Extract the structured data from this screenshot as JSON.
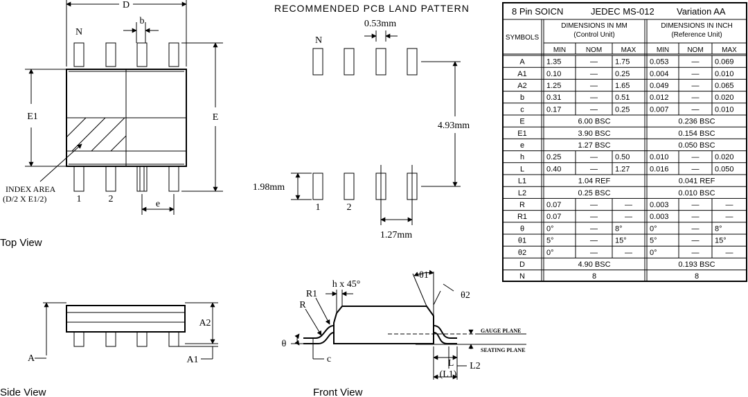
{
  "views": {
    "top_view": "Top View",
    "side_view": "Side View",
    "front_view": "Front View",
    "pcb_title": "RECOMMENDED PCB LAND PATTERN"
  },
  "top_view_labels": {
    "D": "D",
    "b": "b",
    "N": "N",
    "E1": "E1",
    "E": "E",
    "e": "e",
    "pin1": "1",
    "pin2": "2",
    "index_line1": "INDEX AREA",
    "index_line2": "(D/2 X E1/2)"
  },
  "pcb_labels": {
    "pad_width": "0.53mm",
    "N": "N",
    "row_spacing": "4.93mm",
    "pad_length": "1.98mm",
    "pitch": "1.27mm",
    "pin1": "1",
    "pin2": "2"
  },
  "side_view_labels": {
    "A": "A",
    "A2": "A2",
    "A1": "A1"
  },
  "front_view_labels": {
    "R1": "R1",
    "R": "R",
    "h45": "h x 45°",
    "theta1": "θ1",
    "theta2": "θ2",
    "theta": "θ",
    "c": "c",
    "gauge": "GAUGE PLANE",
    "seating": "SEATING PLANE",
    "L": "L",
    "L1": "(L1)",
    "L2": "L2"
  },
  "table": {
    "title_pkg": "8 Pin SOICN",
    "title_std": "JEDEC MS-012",
    "title_var": "Variation AA",
    "symbols_header": "SYMBOLS",
    "mm_header_1": "DIMENSIONS IN MM",
    "mm_header_2": "(Control Unit)",
    "inch_header_1": "DIMENSIONS IN INCH",
    "inch_header_2": "(Reference Unit)",
    "sub_headers": [
      "MIN",
      "NOM",
      "MAX",
      "MIN",
      "NOM",
      "MAX"
    ],
    "rows": [
      {
        "sym": "A",
        "mm": [
          "1.35",
          "—",
          "1.75"
        ],
        "in": [
          "0.053",
          "—",
          "0.069"
        ]
      },
      {
        "sym": "A1",
        "mm": [
          "0.10",
          "—",
          "0.25"
        ],
        "in": [
          "0.004",
          "—",
          "0.010"
        ]
      },
      {
        "sym": "A2",
        "mm": [
          "1.25",
          "—",
          "1.65"
        ],
        "in": [
          "0.049",
          "—",
          "0.065"
        ]
      },
      {
        "sym": "b",
        "mm": [
          "0.31",
          "—",
          "0.51"
        ],
        "in": [
          "0.012",
          "—",
          "0.020"
        ]
      },
      {
        "sym": "c",
        "mm": [
          "0.17",
          "—",
          "0.25"
        ],
        "in": [
          "0.007",
          "—",
          "0.010"
        ]
      },
      {
        "sym": "E",
        "mm_span": "6.00 BSC",
        "in_span": "0.236 BSC"
      },
      {
        "sym": "E1",
        "mm_span": "3.90 BSC",
        "in_span": "0.154 BSC"
      },
      {
        "sym": "e",
        "mm_span": "1.27 BSC",
        "in_span": "0.050 BSC"
      },
      {
        "sym": "h",
        "mm": [
          "0.25",
          "—",
          "0.50"
        ],
        "in": [
          "0.010",
          "—",
          "0.020"
        ]
      },
      {
        "sym": "L",
        "mm": [
          "0.40",
          "—",
          "1.27"
        ],
        "in": [
          "0.016",
          "—",
          "0.050"
        ]
      },
      {
        "sym": "L1",
        "mm_span": "1.04 REF",
        "in_span": "0.041 REF"
      },
      {
        "sym": "L2",
        "mm_span": "0.25 BSC",
        "in_span": "0.010 BSC"
      },
      {
        "sym": "R",
        "mm": [
          "0.07",
          "—",
          "—"
        ],
        "in": [
          "0.003",
          "—",
          "—"
        ]
      },
      {
        "sym": "R1",
        "mm": [
          "0.07",
          "—",
          "—"
        ],
        "in": [
          "0.003",
          "—",
          "—"
        ]
      },
      {
        "sym": "θ",
        "mm": [
          "0°",
          "—",
          "8°"
        ],
        "in": [
          "0°",
          "—",
          "8°"
        ]
      },
      {
        "sym": "θ1",
        "mm": [
          "5°",
          "—",
          "15°"
        ],
        "in": [
          "5°",
          "—",
          "15°"
        ]
      },
      {
        "sym": "θ2",
        "mm": [
          "0°",
          "—",
          "—"
        ],
        "in": [
          "0°",
          "—",
          "—"
        ]
      },
      {
        "sym": "D",
        "mm_span": "4.90 BSC",
        "in_span": "0.193 BSC"
      },
      {
        "sym": "N",
        "mm_span": "8",
        "in_span": "8"
      }
    ]
  }
}
